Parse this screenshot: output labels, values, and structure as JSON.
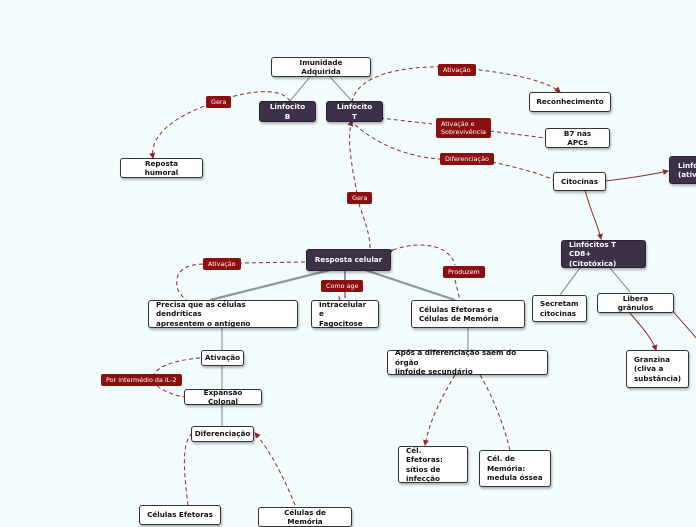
{
  "nodes": {
    "imunidade": "Imunidade Adquirida",
    "linfocito_b": "Linfocito B",
    "linfocito_t": "Linfócito T",
    "reconhecimento": "Reconhecimento",
    "b7_apcs": "B7 nas APCs",
    "reposta_humoral": "Reposta humoral",
    "citocinas": "Citocinas",
    "linfocito_cut": "Linfó\n(ativ",
    "resposta_celular": "Resposta celular",
    "cd8": "Linfócitos T CD8+\n(Citotóxica)",
    "secretam_citocinas": "Secretam\ncitocinas",
    "libera_granulos": "Libera grânulos",
    "granzina": "Granzina\n(cliva a\nsubstância)",
    "precisa": "Precisa que as células dendríticas\napresentem o antígeno",
    "intracelular": "Intracelular e\nFagocitose",
    "celulas_efetoras_memoria": "Células Efetoras e\nCélulas de Memória",
    "apos_diferenciacao": "Após a diferenciação saem do órgão\nlinfoide secundário",
    "ativacao": "Ativação",
    "expansao_colonal": "Expansão Colonal",
    "diferenciacao": "Diferenciação",
    "cel_efetoras_sitios": "Cél. Efetoras:\nsítios de\ninfecção",
    "cel_memoria_medula": "Cél. de\nMemória:\nmedula óssea",
    "celulas_efetoras": "Células Efetoras",
    "celulas_memoria": "Células de Memória"
  },
  "tags": {
    "ativacao_top": "Ativação",
    "gera_left": "Gera",
    "ativacao_sobrevivencia": "Ativação e\nSobrevivência",
    "diferenciacao_tag": "Diferenciação",
    "gera_mid": "Gera",
    "ativacao_left": "Ativação",
    "produzem": "Produzem",
    "como_age": "Como age",
    "por_intermedio": "Por intermédio da IL-2"
  },
  "colors": {
    "background": "#f2fcfc",
    "dark_node": "#3d3049",
    "tag": "#8c0f0f",
    "dashed_link": "#8c2a2a",
    "solid_link": "#8a9a9a"
  }
}
